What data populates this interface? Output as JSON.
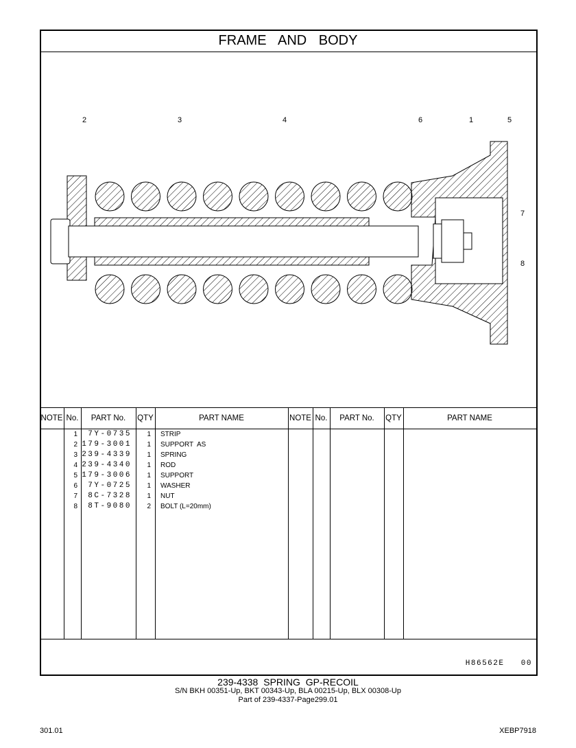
{
  "title": "FRAME AND BODY",
  "callouts": [
    "1",
    "2",
    "3",
    "4",
    "5",
    "6",
    "7",
    "8"
  ],
  "table": {
    "headers": [
      "NOTE",
      "No.",
      "PART No.",
      "QTY",
      "PART NAME"
    ],
    "rows": [
      {
        "no": "1",
        "part_no": "7Y-0735",
        "qty": "1",
        "name": "STRIP"
      },
      {
        "no": "2",
        "part_no": "179-3001",
        "qty": "1",
        "name": "SUPPORT  AS"
      },
      {
        "no": "3",
        "part_no": "239-4339",
        "qty": "1",
        "name": "SPRING"
      },
      {
        "no": "4",
        "part_no": "239-4340",
        "qty": "1",
        "name": "ROD"
      },
      {
        "no": "5",
        "part_no": "179-3006",
        "qty": "1",
        "name": "SUPPORT"
      },
      {
        "no": "6",
        "part_no": "7Y-0725",
        "qty": "1",
        "name": "WASHER"
      },
      {
        "no": "7",
        "part_no": "8C-7328",
        "qty": "1",
        "name": "NUT"
      },
      {
        "no": "8",
        "part_no": "8T-9080",
        "qty": "2",
        "name": "BOLT (L=20mm)"
      }
    ]
  },
  "illustration_id": "H86562E   00",
  "footer": {
    "heading": "239-4338  SPRING  GP-RECOIL",
    "serials": "S/N BKH 00351-Up, BKT 00343-Up, BLA 00215-Up, BLX 00308-Up",
    "part_of": "Part of 239-4337-Page299.01",
    "page_number": "301.01",
    "doc_id": "XEBP7918"
  }
}
